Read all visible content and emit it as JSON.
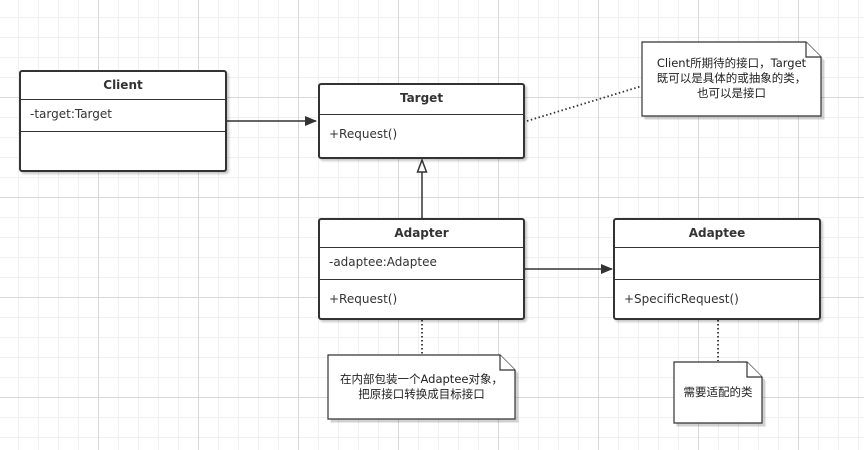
{
  "classes": {
    "client": {
      "name": "Client",
      "attribute": "-target:Target",
      "method": ""
    },
    "target": {
      "name": "Target",
      "method": "+Request()"
    },
    "adapter": {
      "name": "Adapter",
      "attribute": "-adaptee:Adaptee",
      "method": "+Request()"
    },
    "adaptee": {
      "name": "Adaptee",
      "attribute": "",
      "method": "+SpecificRequest()"
    }
  },
  "notes": {
    "target_note": {
      "lines": [
        "Client所期待的接口，Target",
        "既可以是具体的或抽象的类，",
        "也可以是接口"
      ]
    },
    "adapter_note": {
      "lines": [
        "在内部包装一个Adaptee对象，",
        "把原接口转换成目标接口"
      ]
    },
    "adaptee_note": {
      "lines": [
        "需要适配的类"
      ]
    }
  },
  "colors": {
    "stroke": "#333333",
    "grid_major": "#d9d9d9",
    "grid_minor": "#f0f0f0"
  }
}
